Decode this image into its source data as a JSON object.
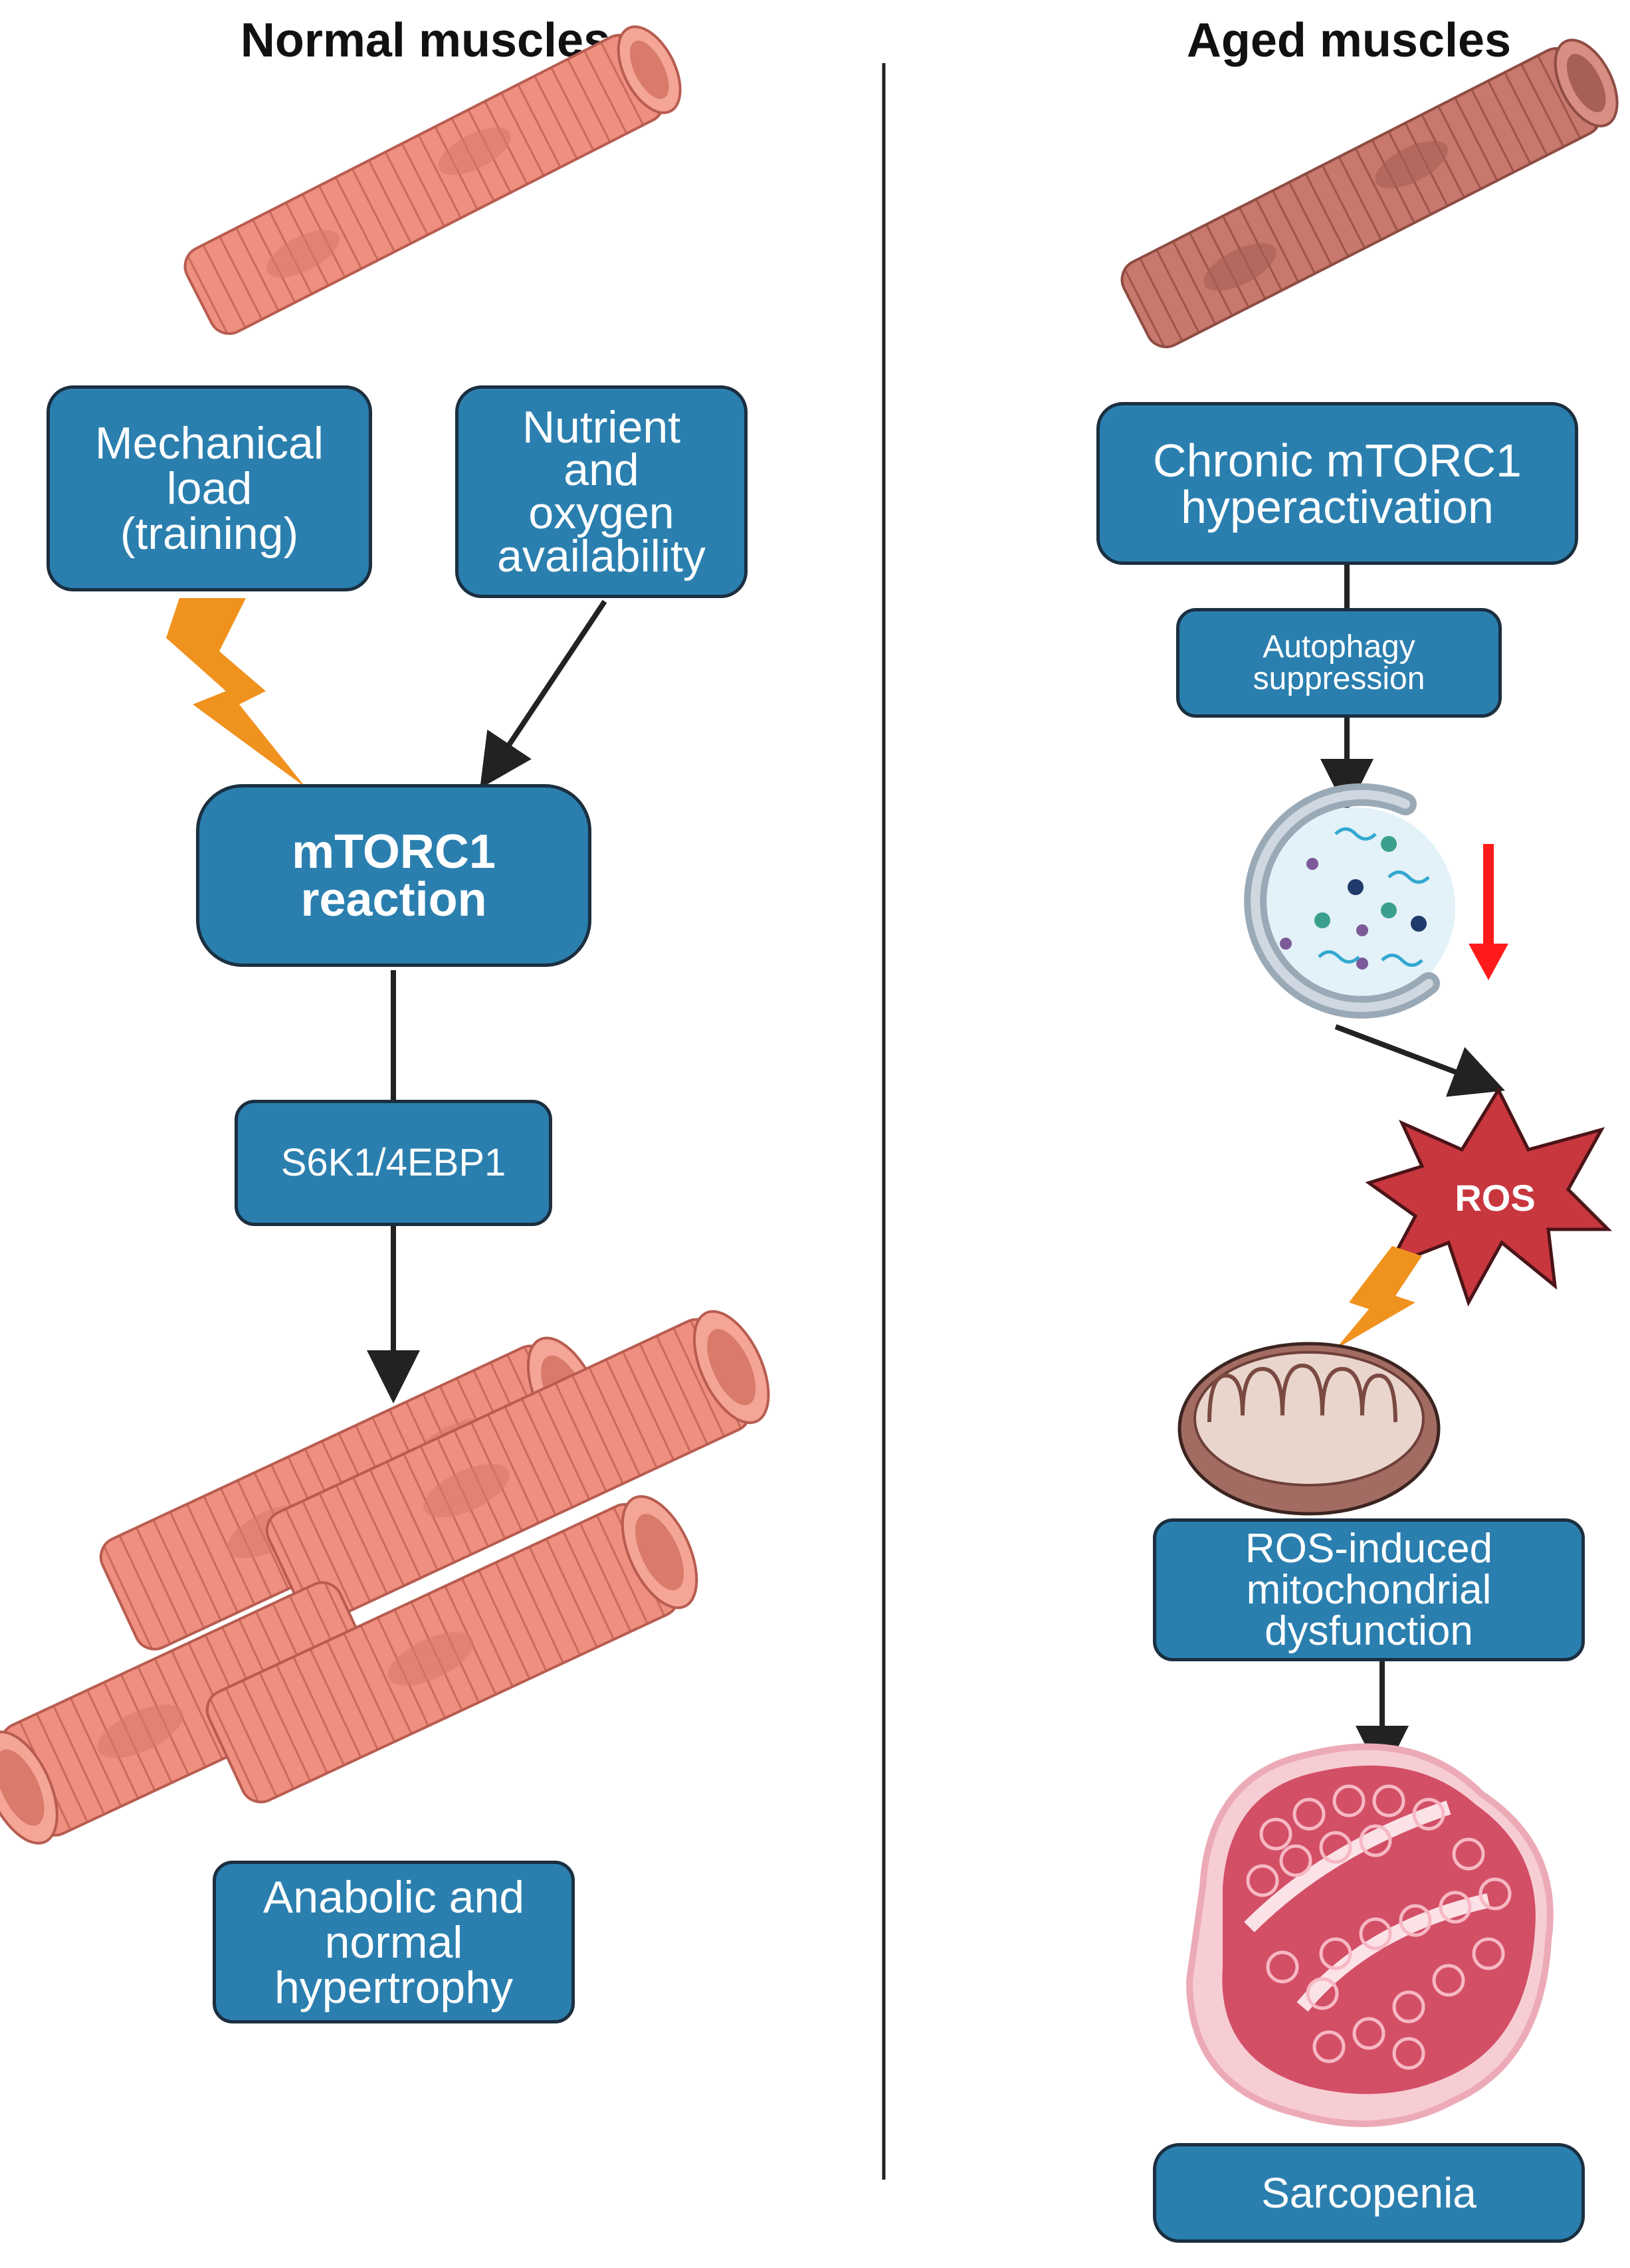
{
  "titles": {
    "left": "Normal muscles",
    "right": "Aged muscles"
  },
  "left": {
    "mechanical_load": "Mechanical\nload\n(training)",
    "nutrient": "Nutrient\nand\noxygen\navailability",
    "mtorc1": "mTORC1\nreaction",
    "s6k1": "S6K1/4EBP1",
    "outcome": "Anabolic and\nnormal\nhypertrophy"
  },
  "right": {
    "chronic": "Chronic mTORC1\nhyperactivation",
    "autophagy": "Autophagy\nsuppression",
    "ros": "ROS",
    "ros_induced": "ROS-induced\nmitochondrial\ndysfunction",
    "sarcopenia": "Sarcopenia"
  },
  "colors": {
    "box_fill": "#2a7faf",
    "box_border": "#1b2f40",
    "muscle_normal": "#ee8f80",
    "muscle_aged": "#c8786c",
    "lightning": "#f0921e",
    "ros_star": "#c8363e",
    "decrease_arrow": "#ff1a1a"
  }
}
